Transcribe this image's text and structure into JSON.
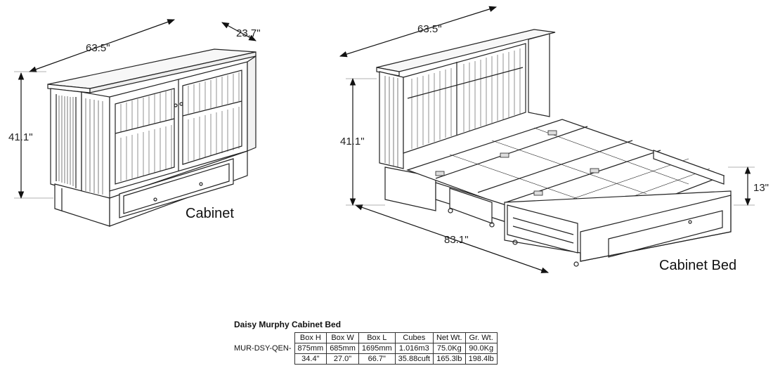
{
  "cabinet": {
    "label": "Cabinet",
    "width": "63.5\"",
    "depth": "23.7\"",
    "height": "41.1\""
  },
  "cabinet_bed": {
    "label": "Cabinet Bed",
    "width": "63.5\"",
    "height": "41.1\"",
    "length": "83.1\"",
    "bed_height": "13\""
  },
  "spec": {
    "title": "Daisy Murphy Cabinet Bed",
    "model": "MUR-DSY-QEN-",
    "headers": [
      "Box H",
      "Box W",
      "Box L",
      "Cubes",
      "Net Wt.",
      "Gr. Wt."
    ],
    "metric": [
      "875mm",
      "685mm",
      "1695mm",
      "1.016m3",
      "75.0Kg",
      "90.0Kg"
    ],
    "imperial": [
      "34.4\"",
      "27.0\"",
      "66.7\"",
      "35.88cuft",
      "165.3lb",
      "198.4lb"
    ]
  }
}
